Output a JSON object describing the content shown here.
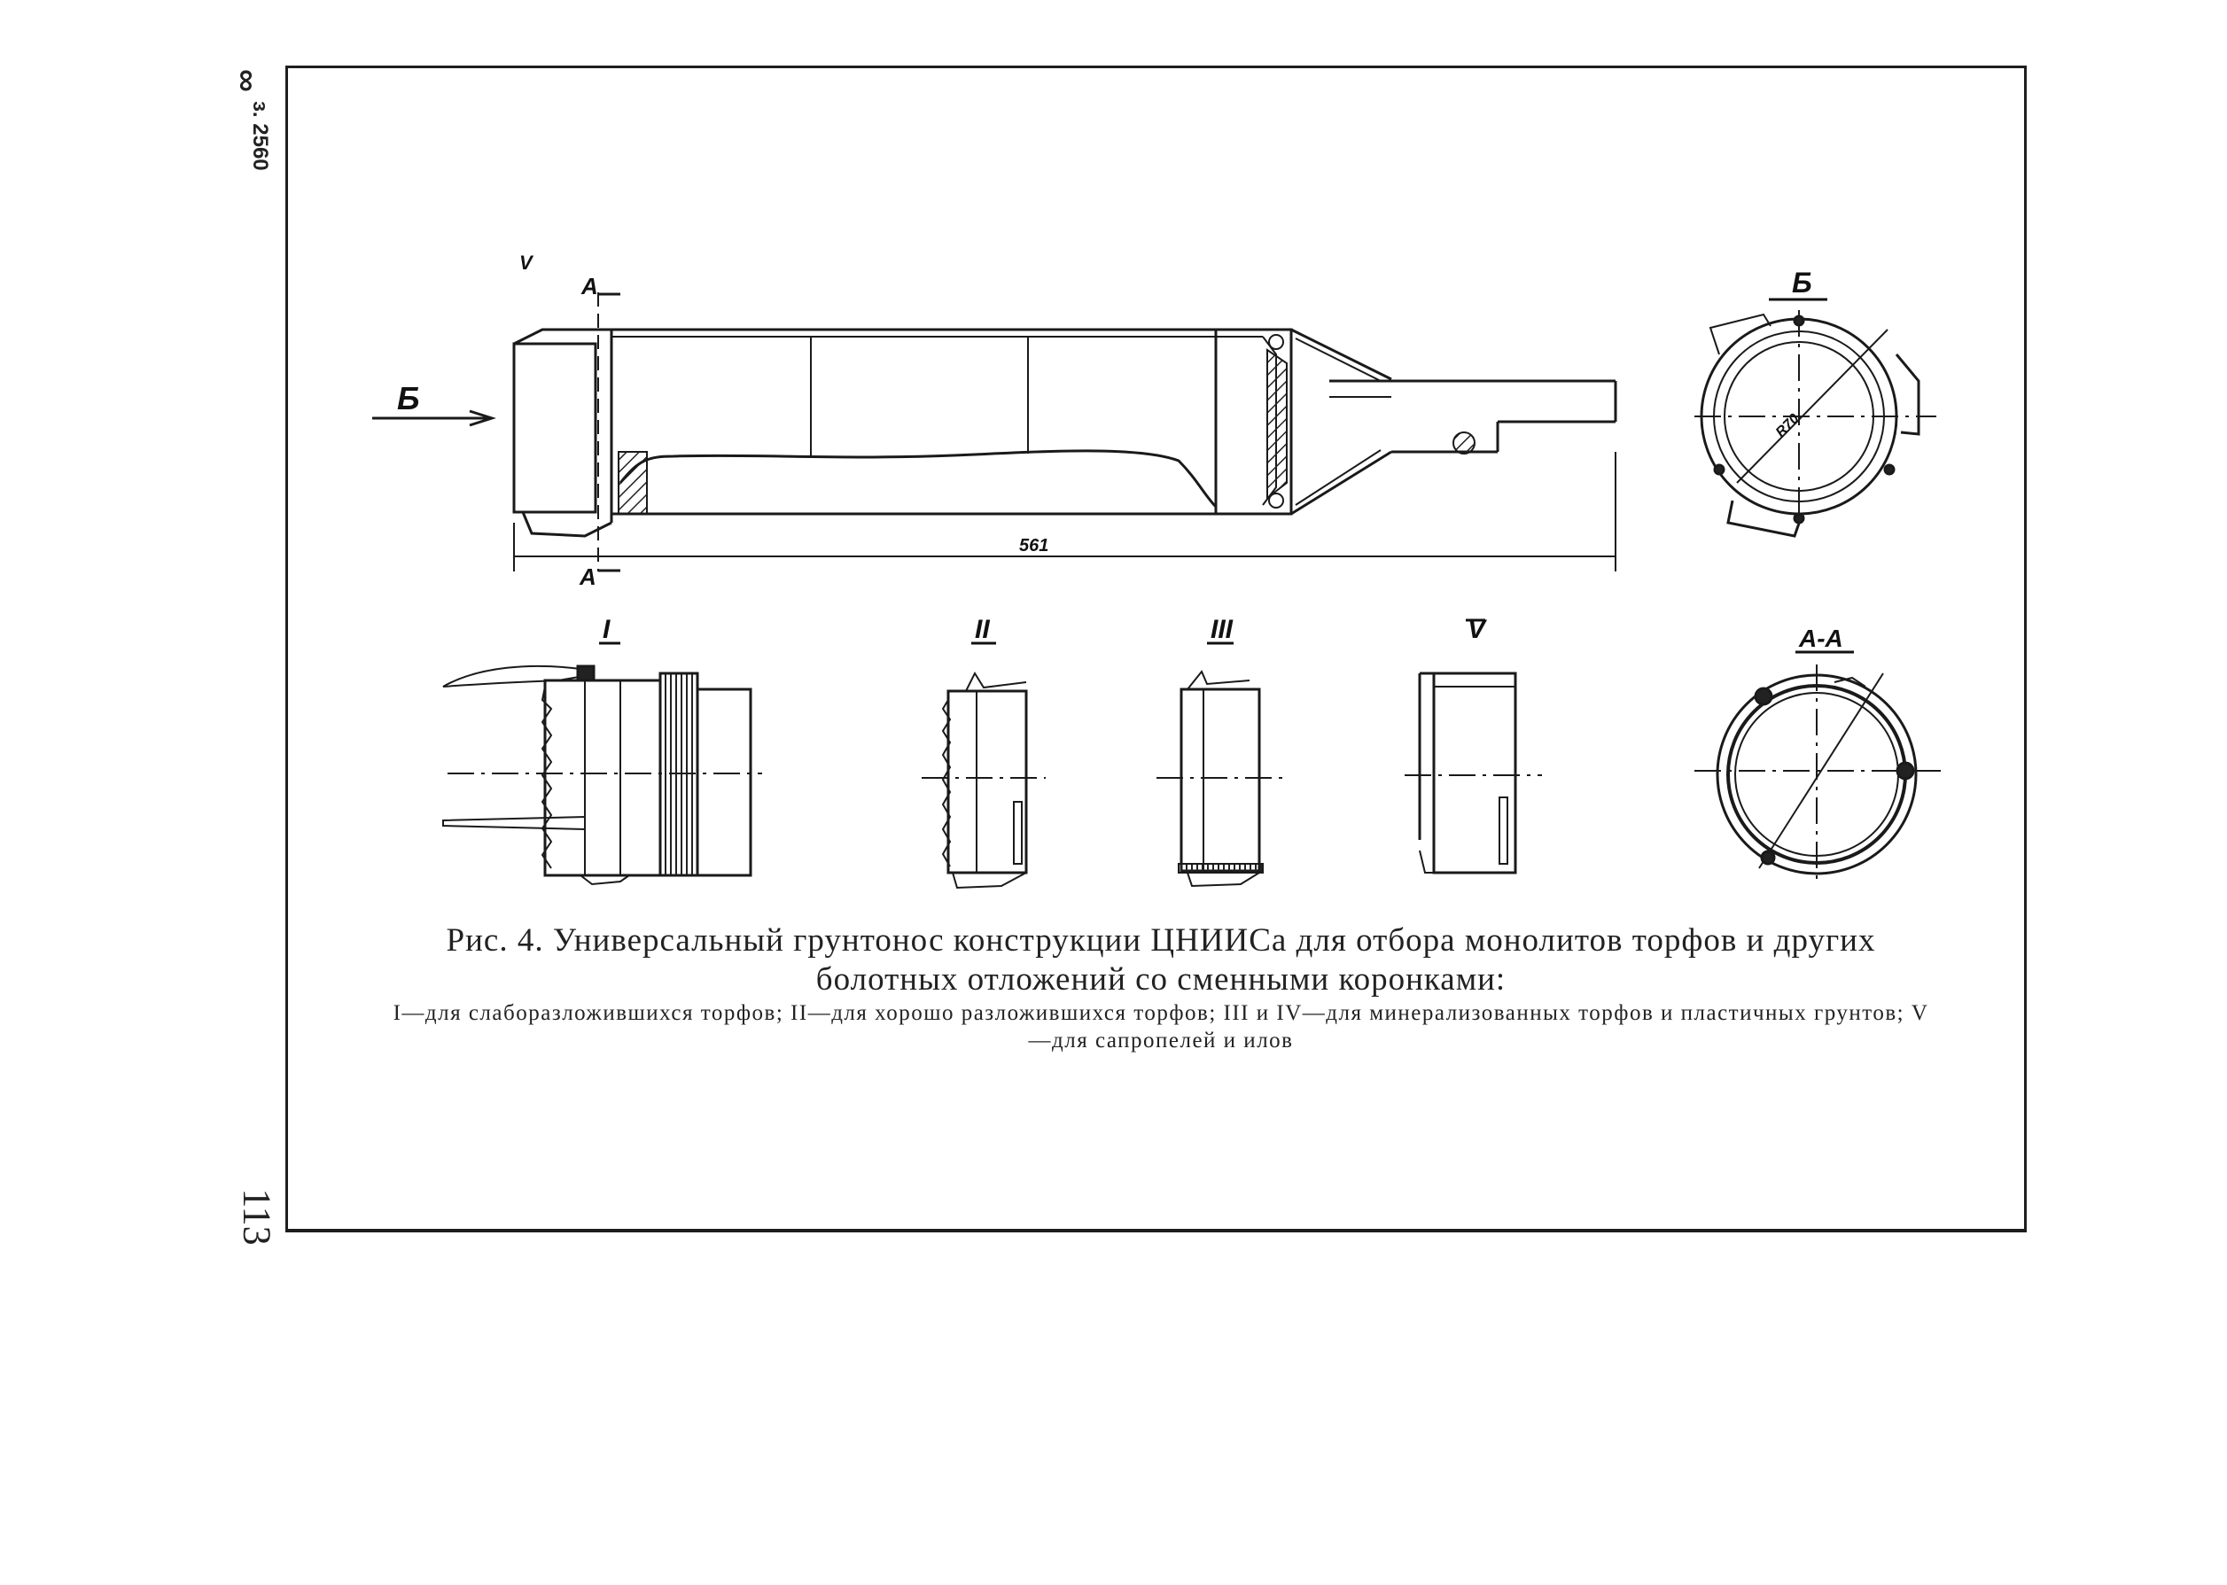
{
  "margin": {
    "number_vertical": "з. 2560",
    "mark": "∞",
    "page_number": "113"
  },
  "drawing_labels": {
    "section_a_top": "А",
    "section_a_bottom": "А",
    "view_b_arrow": "Б",
    "view_b_title": "Б",
    "section_aa_title": "А-А",
    "dimension_length": "561",
    "dimension_radius": "R70",
    "detail_main_marker": "V",
    "detail_1": "I",
    "detail_2": "II",
    "detail_3": "III",
    "detail_5": "V"
  },
  "caption": {
    "title": "Рис. 4.  Универсальный грунтонос конструкции ЦНИИСа для отбора монолитов торфов и других болотных отложений со сменными коронками:",
    "legend": "I—для слаборазложившихся торфов; II—для хорошо разложившихся торфов; III и IV—для минерализованных торфов и пластичных грунтов; V—для сапропелей и илов"
  }
}
